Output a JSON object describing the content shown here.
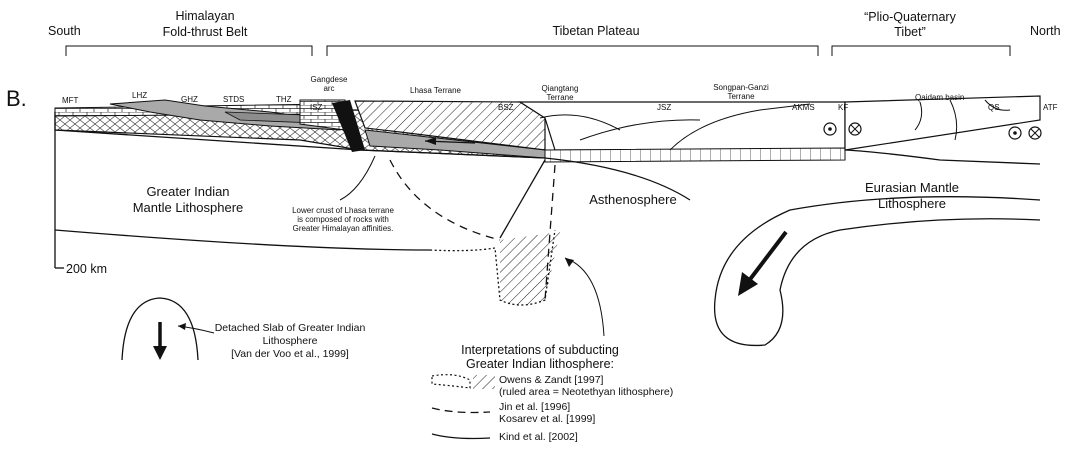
{
  "panel_label": "B.",
  "regions": {
    "south": "South",
    "himalayan_line1": "Himalayan",
    "himalayan_line2": "Fold-thrust Belt",
    "tibetan_plateau": "Tibetan Plateau",
    "plio_line1": "“Plio-Quaternary",
    "plio_line2": "Tibet”",
    "north": "North"
  },
  "faults": {
    "mft": "MFT",
    "lhz": "LHZ",
    "ghz": "GHZ",
    "stds": "STDS",
    "thz": "THZ",
    "isz": "ISZ",
    "gangdese_line1": "Gangdese",
    "gangdese_line2": "arc",
    "lhasa_terrane": "Lhasa Terrane",
    "bsz": "BSZ",
    "qiangtang_line1": "Qiangtang",
    "qiangtang_line2": "Terrane",
    "jsz": "JSZ",
    "songpan_line1": "Songpan-Ganzi",
    "songpan_line2": "Terrane",
    "akms": "AKMS",
    "kf": "KF",
    "qaidam": "Qaidam basin",
    "qs": "QS",
    "atf": "ATF"
  },
  "body_labels": {
    "greater_indian_line1": "Greater Indian",
    "greater_indian_line2": "Mantle Lithosphere",
    "lower_crust_line1": "Lower crust of Lhasa terrane",
    "lower_crust_line2": "is composed of rocks with",
    "lower_crust_line3": "Greater Himalayan affinities.",
    "asthenosphere": "Asthenosphere",
    "eurasian_line1": "Eurasian Mantle",
    "eurasian_line2": "Lithosphere",
    "scale": "200 km"
  },
  "slab_legend": {
    "line1": "Detached Slab of Greater Indian",
    "line2": "Lithosphere",
    "line3": "[Van der Voo et al., 1999]"
  },
  "interpretations": {
    "title_line1": "Interpretations of subducting",
    "title_line2": "Greater Indian lithosphere:",
    "entries": [
      {
        "style": "dotted",
        "line1": "Owens & Zandt [1997]",
        "line2": "(ruled area = Neotethyan lithosphere)"
      },
      {
        "style": "dashed",
        "line1": "Jin et al. [1996]",
        "line2": "Kosarev et al. [1999]"
      },
      {
        "style": "solid",
        "line1": "Kind et al. [2002]",
        "line2": ""
      }
    ]
  },
  "colors": {
    "ink": "#111111",
    "fill_grey": "#a9a9a9",
    "dark_fill": "#111111",
    "background": "#ffffff"
  }
}
